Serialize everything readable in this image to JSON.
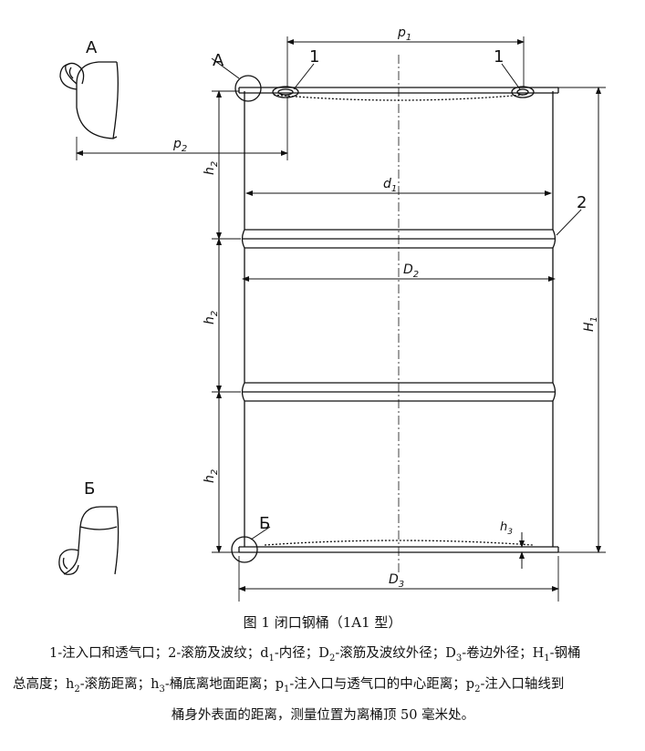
{
  "drawing": {
    "detail_a": "A",
    "detail_b": "Б",
    "callout_1": "1",
    "callout_2": "2",
    "dimensions": {
      "p1": "p",
      "p1_sub": "1",
      "p2": "p",
      "p2_sub": "2",
      "d1": "d",
      "d1_sub": "1",
      "D2": "D",
      "D2_sub": "2",
      "D3": "D",
      "D3_sub": "3",
      "H1": "H",
      "H1_sub": "1",
      "h2": "h",
      "h2_sub": "2",
      "h3": "h",
      "h3_sub": "3"
    }
  },
  "caption": "图 1 闭口钢桶（1A1 型）",
  "legend": {
    "line1": [
      {
        "t": "1-注入口和透气口；2-滚筋及波纹；d"
      },
      {
        "s": "1"
      },
      {
        "t": "-内径；D"
      },
      {
        "s": "2"
      },
      {
        "t": "-滚筋及波纹外径；D"
      },
      {
        "s": "3"
      },
      {
        "t": "-卷边外径；H"
      },
      {
        "s": "1"
      },
      {
        "t": "-钢桶"
      }
    ],
    "line2": [
      {
        "t": "总高度；h"
      },
      {
        "s": "2"
      },
      {
        "t": "-滚筋距离；h"
      },
      {
        "s": "3"
      },
      {
        "t": "-桶底离地面距离；p"
      },
      {
        "s": "1"
      },
      {
        "t": "-注入口与透气口的中心距离；p"
      },
      {
        "s": "2"
      },
      {
        "t": "-注入口轴线到"
      }
    ],
    "line3": [
      {
        "t": "桶身外表面的距离，测量位置为离桶顶 50 毫米处。"
      }
    ]
  }
}
